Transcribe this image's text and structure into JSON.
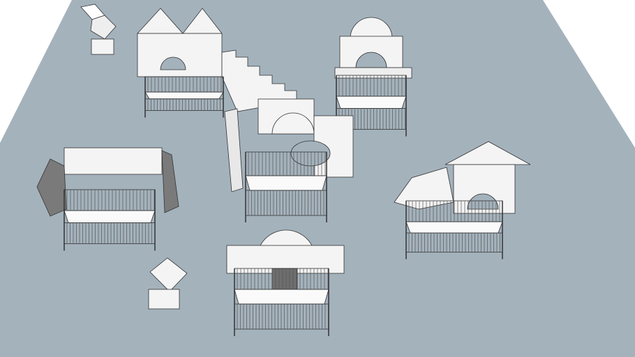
{
  "scene": {
    "type": "3d-model-render",
    "colors": {
      "background": "#ffffff",
      "floor": "#a4b2bc",
      "block_face": "#f4f4f4",
      "block_shade": "#d8d8d8",
      "block_dark": "#6e6e6e",
      "edge": "#333333"
    },
    "cribs": [
      {
        "id": "crib-1"
      },
      {
        "id": "crib-2"
      },
      {
        "id": "crib-3"
      },
      {
        "id": "crib-4"
      },
      {
        "id": "crib-5"
      },
      {
        "id": "crib-6"
      }
    ]
  }
}
